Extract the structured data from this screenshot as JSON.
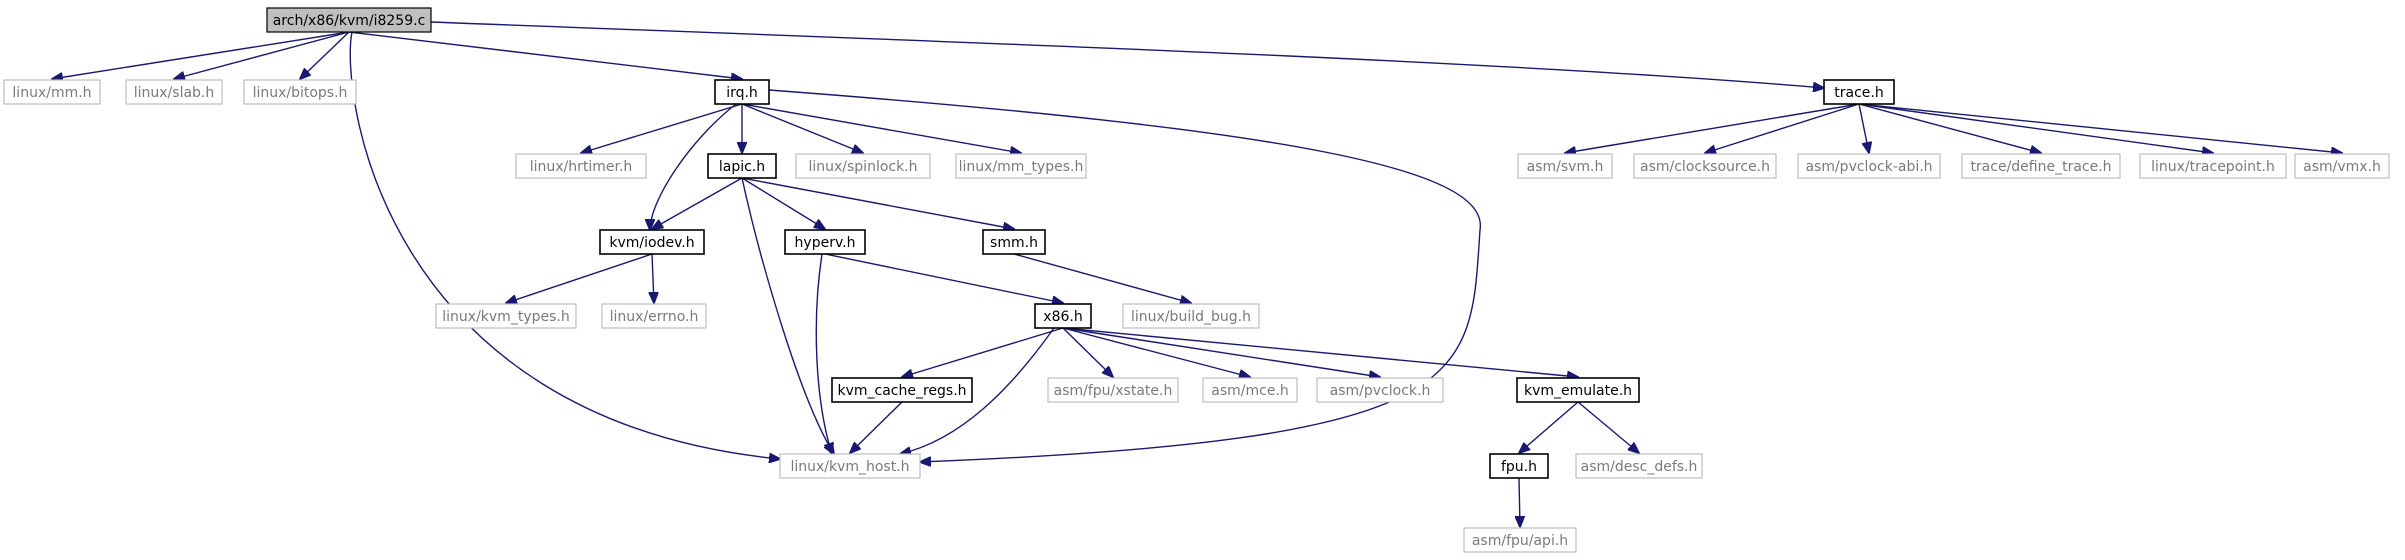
{
  "diagram": {
    "nodes": [
      {
        "id": "i8259",
        "label": "arch/x86/kvm/i8259.c",
        "kind": "root"
      },
      {
        "id": "linux_mm",
        "label": "linux/mm.h",
        "kind": "external"
      },
      {
        "id": "linux_slab",
        "label": "linux/slab.h",
        "kind": "external"
      },
      {
        "id": "linux_bitops",
        "label": "linux/bitops.h",
        "kind": "external"
      },
      {
        "id": "irq",
        "label": "irq.h",
        "kind": "internal"
      },
      {
        "id": "trace",
        "label": "trace.h",
        "kind": "internal"
      },
      {
        "id": "linux_hrtimer",
        "label": "linux/hrtimer.h",
        "kind": "external"
      },
      {
        "id": "lapic",
        "label": "lapic.h",
        "kind": "internal"
      },
      {
        "id": "linux_spinlock",
        "label": "linux/spinlock.h",
        "kind": "external"
      },
      {
        "id": "linux_mm_types",
        "label": "linux/mm_types.h",
        "kind": "external"
      },
      {
        "id": "kvm_iodev",
        "label": "kvm/iodev.h",
        "kind": "internal"
      },
      {
        "id": "hyperv",
        "label": "hyperv.h",
        "kind": "internal"
      },
      {
        "id": "smm",
        "label": "smm.h",
        "kind": "internal"
      },
      {
        "id": "linux_kvm_types",
        "label": "linux/kvm_types.h",
        "kind": "external"
      },
      {
        "id": "linux_errno",
        "label": "linux/errno.h",
        "kind": "external"
      },
      {
        "id": "linux_build_bug",
        "label": "linux/build_bug.h",
        "kind": "external"
      },
      {
        "id": "x86",
        "label": "x86.h",
        "kind": "internal"
      },
      {
        "id": "kvm_cache_regs",
        "label": "kvm_cache_regs.h",
        "kind": "internal"
      },
      {
        "id": "asm_fpu_xstate",
        "label": "asm/fpu/xstate.h",
        "kind": "external"
      },
      {
        "id": "asm_mce",
        "label": "asm/mce.h",
        "kind": "external"
      },
      {
        "id": "asm_pvclock",
        "label": "asm/pvclock.h",
        "kind": "external"
      },
      {
        "id": "kvm_emulate",
        "label": "kvm_emulate.h",
        "kind": "internal"
      },
      {
        "id": "linux_kvm_host",
        "label": "linux/kvm_host.h",
        "kind": "external"
      },
      {
        "id": "fpu",
        "label": "fpu.h",
        "kind": "internal"
      },
      {
        "id": "asm_desc_defs",
        "label": "asm/desc_defs.h",
        "kind": "external"
      },
      {
        "id": "asm_fpu_api",
        "label": "asm/fpu/api.h",
        "kind": "external"
      },
      {
        "id": "asm_svm",
        "label": "asm/svm.h",
        "kind": "external"
      },
      {
        "id": "asm_clocksource",
        "label": "asm/clocksource.h",
        "kind": "external"
      },
      {
        "id": "asm_pvclock_abi",
        "label": "asm/pvclock-abi.h",
        "kind": "external"
      },
      {
        "id": "trace_define_trace",
        "label": "trace/define_trace.h",
        "kind": "external"
      },
      {
        "id": "linux_tracepoint",
        "label": "linux/tracepoint.h",
        "kind": "external"
      },
      {
        "id": "asm_vmx",
        "label": "asm/vmx.h",
        "kind": "external"
      }
    ],
    "edges": [
      [
        "i8259",
        "linux_mm"
      ],
      [
        "i8259",
        "linux_slab"
      ],
      [
        "i8259",
        "linux_bitops"
      ],
      [
        "i8259",
        "irq"
      ],
      [
        "i8259",
        "trace"
      ],
      [
        "i8259",
        "linux_kvm_host"
      ],
      [
        "irq",
        "linux_hrtimer"
      ],
      [
        "irq",
        "kvm_iodev"
      ],
      [
        "irq",
        "lapic"
      ],
      [
        "irq",
        "linux_spinlock"
      ],
      [
        "irq",
        "linux_mm_types"
      ],
      [
        "irq",
        "linux_kvm_host"
      ],
      [
        "lapic",
        "kvm_iodev"
      ],
      [
        "lapic",
        "hyperv"
      ],
      [
        "lapic",
        "smm"
      ],
      [
        "lapic",
        "linux_kvm_host"
      ],
      [
        "kvm_iodev",
        "linux_kvm_types"
      ],
      [
        "kvm_iodev",
        "linux_errno"
      ],
      [
        "hyperv",
        "x86"
      ],
      [
        "hyperv",
        "linux_kvm_host"
      ],
      [
        "smm",
        "linux_build_bug"
      ],
      [
        "x86",
        "kvm_cache_regs"
      ],
      [
        "x86",
        "asm_fpu_xstate"
      ],
      [
        "x86",
        "asm_mce"
      ],
      [
        "x86",
        "asm_pvclock"
      ],
      [
        "x86",
        "kvm_emulate"
      ],
      [
        "x86",
        "linux_kvm_host"
      ],
      [
        "kvm_cache_regs",
        "linux_kvm_host"
      ],
      [
        "kvm_emulate",
        "fpu"
      ],
      [
        "kvm_emulate",
        "asm_desc_defs"
      ],
      [
        "fpu",
        "asm_fpu_api"
      ],
      [
        "trace",
        "asm_svm"
      ],
      [
        "trace",
        "asm_clocksource"
      ],
      [
        "trace",
        "asm_pvclock_abi"
      ],
      [
        "trace",
        "trace_define_trace"
      ],
      [
        "trace",
        "linux_tracepoint"
      ],
      [
        "trace",
        "asm_vmx"
      ]
    ]
  },
  "colors": {
    "edge": "#191970",
    "root_fill": "#bfbfbf",
    "root_border": "#000000",
    "internal_border": "#000000",
    "external_border": "#bfbfbf",
    "external_text": "#7a7a7a"
  }
}
